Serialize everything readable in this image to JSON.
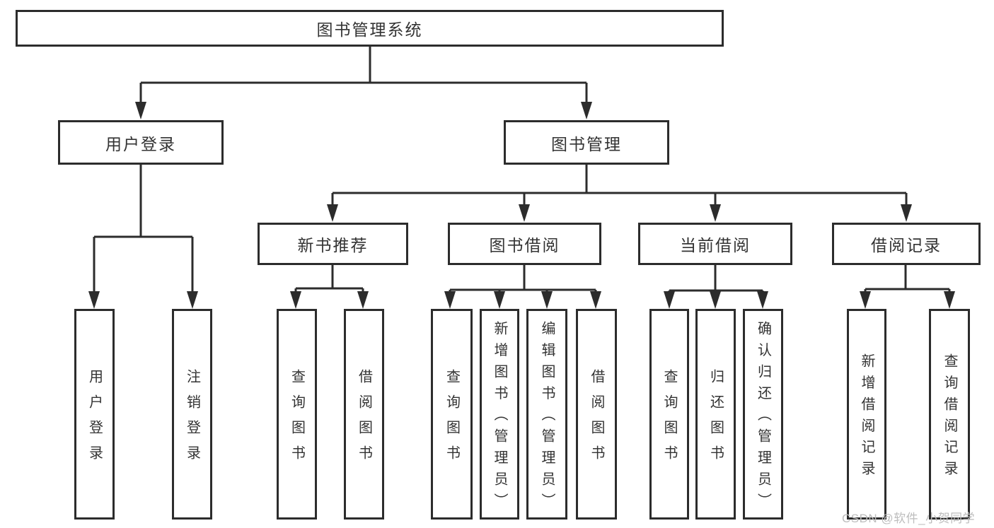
{
  "diagram": {
    "type": "tree",
    "nodes": {
      "root": {
        "label": "图书管理系统"
      },
      "user_login": {
        "label": "用户登录"
      },
      "book_mgmt": {
        "label": "图书管理"
      },
      "new_book_rec": {
        "label": "新书推荐"
      },
      "book_borrow": {
        "label": "图书借阅"
      },
      "current_borrow": {
        "label": "当前借阅"
      },
      "borrow_record": {
        "label": "借阅记录"
      },
      "ul_login": {
        "label": "用户登录"
      },
      "ul_logout": {
        "label": "注销登录"
      },
      "nbr_query": {
        "label": "查询图书"
      },
      "nbr_borrow": {
        "label": "借阅图书"
      },
      "bb_query": {
        "label": "查询图书"
      },
      "bb_add": {
        "label": "新增图书（管理员）"
      },
      "bb_edit": {
        "label": "编辑图书（管理员）"
      },
      "bb_borrow": {
        "label": "借阅图书"
      },
      "cb_query": {
        "label": "查询图书"
      },
      "cb_return": {
        "label": "归还图书"
      },
      "cb_confirm": {
        "label": "确认归还（管理员）"
      },
      "br_add": {
        "label": "新增借阅记录"
      },
      "br_query": {
        "label": "查询借阅记录"
      }
    },
    "edges": [
      [
        "root",
        "user_login"
      ],
      [
        "root",
        "book_mgmt"
      ],
      [
        "user_login",
        "ul_login"
      ],
      [
        "user_login",
        "ul_logout"
      ],
      [
        "book_mgmt",
        "new_book_rec"
      ],
      [
        "book_mgmt",
        "book_borrow"
      ],
      [
        "book_mgmt",
        "current_borrow"
      ],
      [
        "book_mgmt",
        "borrow_record"
      ],
      [
        "new_book_rec",
        "nbr_query"
      ],
      [
        "new_book_rec",
        "nbr_borrow"
      ],
      [
        "book_borrow",
        "bb_query"
      ],
      [
        "book_borrow",
        "bb_add"
      ],
      [
        "book_borrow",
        "bb_edit"
      ],
      [
        "book_borrow",
        "bb_borrow"
      ],
      [
        "current_borrow",
        "cb_query"
      ],
      [
        "current_borrow",
        "cb_return"
      ],
      [
        "current_borrow",
        "cb_confirm"
      ],
      [
        "borrow_record",
        "br_add"
      ],
      [
        "borrow_record",
        "br_query"
      ]
    ]
  },
  "watermark": {
    "text": "CSDN @软件_小贺同学"
  },
  "colors": {
    "line": "#2c2c2c",
    "box_border": "#2c2c2c",
    "text": "#333333",
    "background": "#ffffff",
    "watermark": "#bdbdbd"
  }
}
